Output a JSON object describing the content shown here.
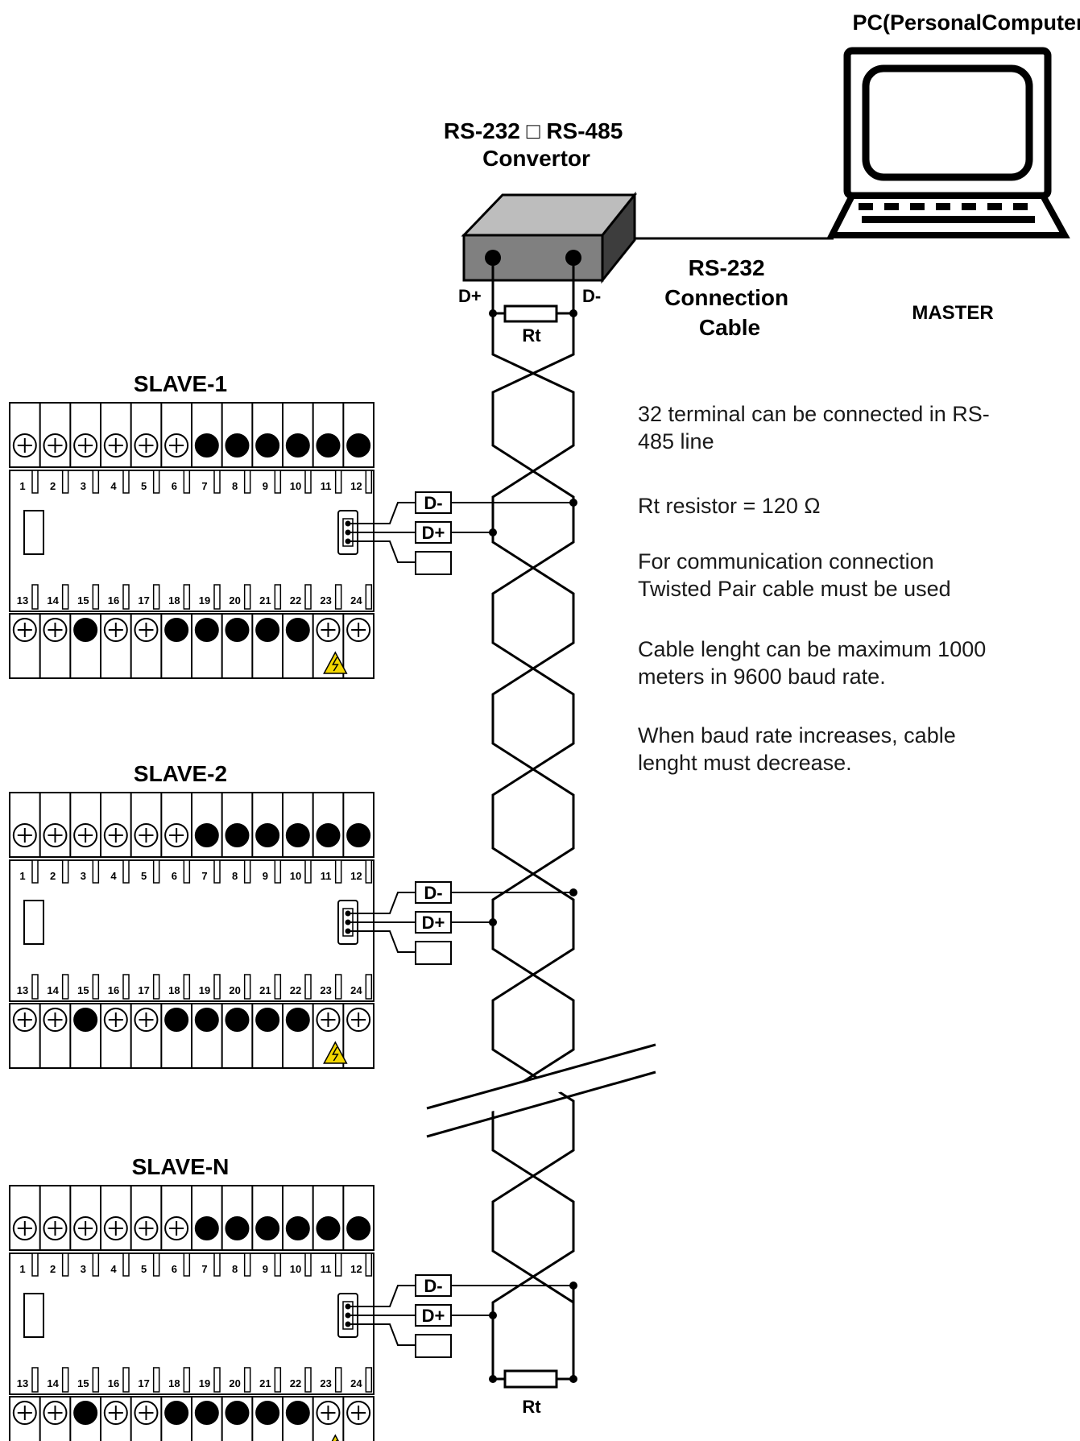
{
  "master": {
    "pc_label": "PC(PersonalComputer)",
    "role_label": "MASTER"
  },
  "converter": {
    "title_line1": "RS-232 □ RS-485",
    "title_line2": "Convertor",
    "d_plus": "D+",
    "d_minus": "D-",
    "resistor_label": "Rt"
  },
  "cable": {
    "line1": "RS-232",
    "line2": "Connection",
    "line3": "Cable"
  },
  "notes": {
    "note1_line1": "32 terminal can be connected in RS-",
    "note1_line2": "485 line",
    "note2": "Rt resistor  = 120 Ω",
    "note3_line1": "For communication connection",
    "note3_line2": "Twisted Pair cable must be used",
    "note4_line1": "Cable lenght can be maximum 1000",
    "note4_line2": "meters in 9600 baud rate.",
    "note5_line1": "When baud rate increases, cable",
    "note5_line2": "lenght must decrease."
  },
  "slaves": [
    {
      "title": "SLAVE-1",
      "d_minus": "D-",
      "d_plus": "D+"
    },
    {
      "title": "SLAVE-2",
      "d_minus": "D-",
      "d_plus": "D+"
    },
    {
      "title": "SLAVE-N",
      "d_minus": "D-",
      "d_plus": "D+"
    }
  ],
  "end_resistor_label": "Rt",
  "terminal_numbers_top": [
    "1",
    "2",
    "3",
    "4",
    "5",
    "6",
    "7",
    "8",
    "9",
    "10",
    "11",
    "12"
  ],
  "terminal_numbers_bottom": [
    "13",
    "14",
    "15",
    "16",
    "17",
    "18",
    "19",
    "20",
    "21",
    "22",
    "23",
    "24"
  ],
  "colors": {
    "converter_front": "#808080",
    "converter_top": "#bdbdbd",
    "converter_side": "#3d3d3d",
    "warning_yellow": "#f2d600",
    "text": "#000000"
  }
}
